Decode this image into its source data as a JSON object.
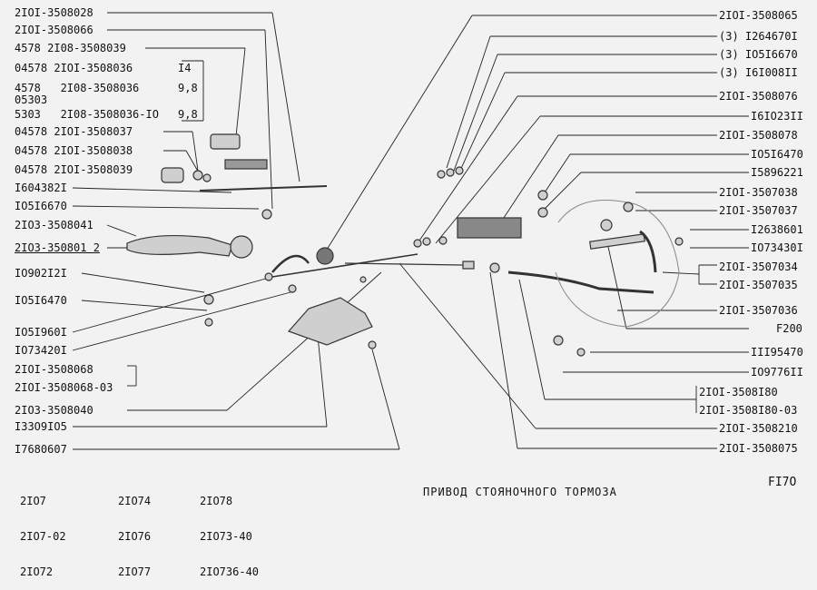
{
  "left_labels": [
    "2IOI-3508028",
    "2IOI-3508066",
    "4578 2I08-3508039",
    "04578 2IOI-3508036",
    "4578   2I08-3508036",
    "05303",
    "5303   2I08-3508036-IO",
    "04578 2IOI-3508037",
    "04578 2IOI-3508038",
    "04578 2IOI-3508039",
    "I604382I",
    "IO5I6670",
    "2IO3-3508041",
    "2IO3-350801 2",
    "IO902I2I",
    "IO5I6470",
    "IO5I960I",
    "IO73420I",
    "2IOI-3508068",
    "2IOI-3508068-03",
    "2IO3-3508040",
    "I33O9IO5",
    "I7680607"
  ],
  "sizes": [
    "I4",
    "9,8",
    "9,8"
  ],
  "right_labels": [
    "2IOI-3508065",
    "(3) I264670I",
    "(3) IO5I6670",
    "(3) I6I008II",
    "2IOI-3508076",
    "I6IO23II",
    "2IOI-3508078",
    "IO5I6470",
    "I5896221",
    "2IOI-3507038",
    "2IOI-3507037",
    "I2638601",
    "IO73430I",
    "2IOI-3507034",
    "2IOI-3507035",
    "2IOI-3507036",
    "F200",
    "III95470",
    "IO9776II",
    "2IOI-3508I80",
    "2IOI-3508I80-03",
    "2IOI-3508210",
    "2IOI-3508075"
  ],
  "models": [
    [
      "2IO7",
      "2IO7-02",
      "2IO72"
    ],
    [
      "2IO74",
      "2IO76",
      "2IO77"
    ],
    [
      "2IO78",
      "2IO73-40",
      "2IO736-40"
    ]
  ],
  "title": "ПРИВОД  СТОЯНОЧНОГО  ТОРМОЗА",
  "page_number": "FI7O"
}
